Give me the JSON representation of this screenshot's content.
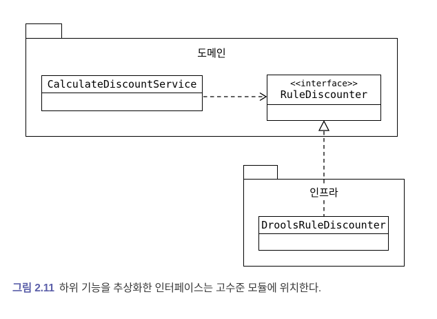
{
  "figure": {
    "background": "#ffffff",
    "line_color": "#000000",
    "packages": {
      "domain": {
        "label": "도메인"
      },
      "infra": {
        "label": "인프라"
      }
    },
    "classes": {
      "calculate_discount_service": {
        "name": "CalculateDiscountService"
      },
      "rule_discounter": {
        "stereotype": "<<interface>>",
        "name": "RuleDiscounter"
      },
      "drools_rule_discounter": {
        "name": "DroolsRuleDiscounter"
      }
    },
    "relations": {
      "dependency": {
        "from": "CalculateDiscountService",
        "to": "RuleDiscounter",
        "line": "dashed",
        "head": "open-arrow"
      },
      "realization": {
        "from": "DroolsRuleDiscounter",
        "to": "RuleDiscounter",
        "line": "dashed",
        "head": "hollow-triangle"
      }
    }
  },
  "caption": {
    "figure_label": "그림 2.11",
    "text": "하위 기능을 추상화한 인터페이스는 고수준 모듈에 위치한다.",
    "label_color": "#5b5fa9",
    "text_color": "#3a3a3a"
  }
}
